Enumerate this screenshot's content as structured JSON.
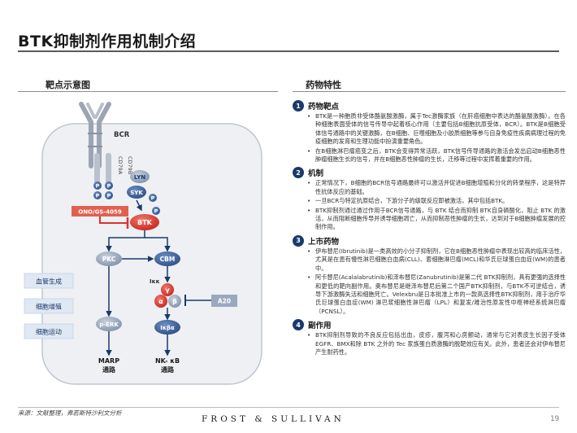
{
  "header": {
    "title": "BTK抑制剂作用机制介绍"
  },
  "left_panel": {
    "heading": "靶点示意图",
    "diagram": {
      "bcr_label": "BCR",
      "cd79a": "CD79A",
      "cd79b": "CD79B",
      "p": "P",
      "lyn": "LYN",
      "syk": "SYK",
      "inhibitor": "ONO/GS-4059",
      "btk": "BTK",
      "pkc": "PKC",
      "cbm": "CBM",
      "ikk": "Iκκ",
      "gamma": "γ",
      "alpha": "α",
      "beta": "β",
      "a20": "A20",
      "perk": "p-ERK",
      "ikba": "Iκβα",
      "marp_line1": "MARP",
      "marp_line2": "通路",
      "nfkb_line1": "NK- κB",
      "nfkb_line2": "通路",
      "effects": [
        "血管生成",
        "细胞增殖",
        "细胞运动"
      ]
    }
  },
  "right_panel": {
    "heading": "药物特性",
    "sections": [
      {
        "num": "1",
        "title": "药物靶点",
        "bullets": [
          "BTK是一种胞质非受体酪氨酸激酶，属于Tec激酶家族（在肝癌细胞中表达的酪氨酸激酶）。在各种细胞表面受体的信号传导中起着核心作用（主要包括B细胞抗原受体，BCR）。BTK是B细胞受体信号通路中的关键激酶，在B细胞、巨噬细胞及小胶质细胞等参与自身免疫性疾病病理过程的免疫细胞的发育和生理功能中扮演重要角色。",
          "在B细胞淋巴瘤癌变之后，BTK会变得异常活跃，BTK信号传导通路的激活会发出启动B细胞恶性肿瘤细胞生长的信号，并在B细胞恶性肿瘤的生长，迁移等过程中发挥着重要的作用。"
        ]
      },
      {
        "num": "2",
        "title": "机制",
        "bullets": [
          "正常情况下，B细胞的BCR信号通路最终可以激活并促进B细胞增殖和分化的转录程序，这是特异性抗体反应的基础。",
          "一旦BCR与特定抗原结合，下游分子的级联反应即被激活，其中包括BTK。",
          "BTK抑制剂通过通过作用于BCR信号通路，与 BTK 结合而抑制 BTK自身磷酸化，阻止 BTK 的激活，从而阻断细胞传导并诱导细胞凋亡，从而抑制恶性肿瘤的生长，达到对于B细胞肿瘤发展的控制作用。"
        ]
      },
      {
        "num": "3",
        "title": "上市药物",
        "bullets": [
          "伊布替尼(Ibrutinib)是一类高效的小分子抑制剂，它在B细胞恶性肿瘤中表现出较高的临床活性，尤其是在患有慢性淋巴细胞白血病(CLL)、套细胞淋巴瘤(MCL)和华氏巨球蛋白血症(WM)的患者中。",
          "阿卡替尼(Acalalabrutinib)和泽布替尼(Zanubrutinib)是第二代 BTK抑制剂，具有更强的选择性和更低的靶向副作用。奥布替尼是继泽布替尼后第二个国产BTK抑制剂，与BTK不可逆结合，诱导下游激酶失活和细胞死亡。Velexbru是日本批准上市的一款高选择性BTK抑制剂，用于治疗华氏巨球蛋白血症(WM) 淋巴浆细胞性淋巴瘤（LPL）和复发/难治性原发性中枢神经系统淋巴瘤（PCNSL）。"
        ]
      },
      {
        "num": "4",
        "title": "副作用",
        "bullets": [
          "BTK抑制剂导致的不良反应包括出血，皮疹，腹泻和心房颤动，通常与它对表皮生长因子受体EGFR、BMX和除 BTK 之外的 Tec 家族蛋白质激酶的脱靶效应有关。此外，患者还会对伊布替尼产生耐药性。"
        ]
      }
    ]
  },
  "footer": {
    "source": "来源：文献整理，弗若斯特沙利文分析",
    "brand": "FROST & SULLIVAN",
    "page": "19"
  },
  "colors": {
    "navy": "#1a3a6b",
    "blue": "#4a6fa5",
    "btk_red": "#d9342b",
    "inhibitor_red": "#e06050",
    "protein_gray": "#9aa8bd",
    "effect_box": "#dfe8f3"
  }
}
